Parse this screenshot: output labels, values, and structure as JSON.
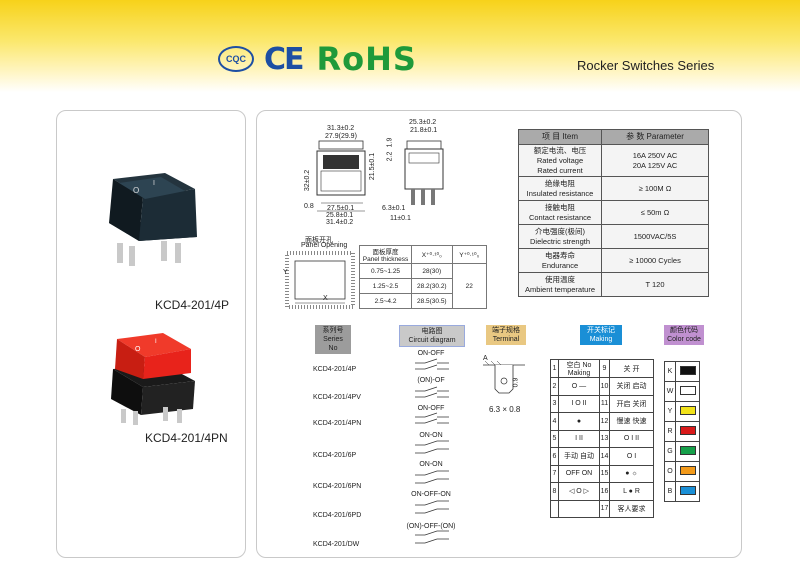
{
  "header": {
    "cqc": "CQC",
    "ce": "CE",
    "rohs": "RoHS",
    "series_title": "Rocker Switches Series"
  },
  "products": [
    {
      "label": "KCD4-201/4P",
      "color": "#1e2a32"
    },
    {
      "label": "KCD4-201/4PN",
      "color": "#e8231b"
    }
  ],
  "dims": {
    "front": [
      "31.3±0.2",
      "27.9(29.9)",
      "21.5±0.1",
      "32±0.2",
      "0.8",
      "27.5±0.1",
      "25.8±0.1",
      "31.4±0.2"
    ],
    "side": [
      "25.3±0.2",
      "21.8±0.1",
      "1.9",
      "2.2",
      "6.3±0.1",
      "11±0.1"
    ],
    "panel_opening": [
      "面板开孔",
      "Panel Opening"
    ],
    "axes": [
      "X",
      "Y"
    ]
  },
  "thickness_table": {
    "head": [
      "面板厚度",
      "Panel thickness",
      "X⁺⁰·¹⁰₀",
      "Y⁺⁰·¹⁰₀"
    ],
    "rows": [
      [
        "0.75~1.25",
        "28(30)"
      ],
      [
        "1.25~2.5",
        "28.2(30.2)"
      ],
      [
        "2.5~4.2",
        "28.5(30.5)"
      ]
    ],
    "y_val": "22"
  },
  "param_table": {
    "head_item": "项 目  Item",
    "head_param": "参 数  Parameter",
    "rows": [
      {
        "item": [
          "额定电流、电压",
          "Rated voltage",
          "Rated current"
        ],
        "value": [
          "16A 250V AC",
          "20A 125V AC"
        ]
      },
      {
        "item": [
          "绝缘电阻",
          "Insulated resistance"
        ],
        "value": [
          "≥ 100M Ω"
        ]
      },
      {
        "item": [
          "接触电阻",
          "Contact resistance"
        ],
        "value": [
          "≤ 50m Ω"
        ]
      },
      {
        "item": [
          "介电强度(极间)",
          "Dielectric strength"
        ],
        "value": [
          "1500VAC/5S"
        ]
      },
      {
        "item": [
          "电器寿命",
          "Endurance"
        ],
        "value": [
          "≥ 10000 Cycles"
        ]
      },
      {
        "item": [
          "使用温度",
          "Ambient temperature"
        ],
        "value": [
          "T 120"
        ]
      }
    ]
  },
  "headers": {
    "series": [
      "系列号",
      "Series No"
    ],
    "circuit": [
      "电路图",
      "Circuit diagram"
    ],
    "terminal": [
      "端子规格",
      "Terminal"
    ],
    "marking": [
      "开关标记",
      "Making"
    ],
    "color": [
      "颜色代码",
      "Color code"
    ]
  },
  "series_list": [
    {
      "no": "KCD4-201/4P",
      "circuit": "ON-OFF"
    },
    {
      "no": "KCD4-201/4PV",
      "circuit": "(ON)-OF"
    },
    {
      "no": "KCD4-201/4PN",
      "circuit": "ON-OFF"
    },
    {
      "no": "KCD4-201/6P",
      "circuit": "ON-ON"
    },
    {
      "no": "KCD4-201/6PN",
      "circuit": "ON-ON"
    },
    {
      "no": "KCD4-201/6PD",
      "circuit": "ON-OFF-ON"
    },
    {
      "no": "KCD4-201/DW",
      "circuit": "(ON)-OFF-(ON)"
    }
  ],
  "terminal": {
    "label_a": "A",
    "size": "6.3 × 0.8",
    "dim": "0.9"
  },
  "marking_rows": [
    {
      "n1": "1",
      "m1": "空白 No Making",
      "n2": "9",
      "m2": "关  开"
    },
    {
      "n1": "2",
      "m1": "O  —",
      "n2": "10",
      "m2": "关闭  启动"
    },
    {
      "n1": "3",
      "m1": "I  O  II",
      "n2": "11",
      "m2": "开启  关闭"
    },
    {
      "n1": "4",
      "m1": "●",
      "n2": "12",
      "m2": "慢速  快速"
    },
    {
      "n1": "5",
      "m1": "I  II",
      "n2": "13",
      "m2": "O  I  II"
    },
    {
      "n1": "6",
      "m1": "手动  自动",
      "n2": "14",
      "m2": "O  I"
    },
    {
      "n1": "7",
      "m1": "OFF  ON",
      "n2": "15",
      "m2": "●  ☼"
    },
    {
      "n1": "8",
      "m1": "◁  O  ▷",
      "n2": "16",
      "m2": "L  ●  R"
    },
    {
      "n1": "",
      "m1": "",
      "n2": "17",
      "m2": "客人要求"
    }
  ],
  "color_codes": [
    {
      "code": "K",
      "hex": "#111111"
    },
    {
      "code": "W",
      "hex": "#ffffff"
    },
    {
      "code": "Y",
      "hex": "#f2e21a"
    },
    {
      "code": "R",
      "hex": "#d91a1a"
    },
    {
      "code": "G",
      "hex": "#16a04a"
    },
    {
      "code": "O",
      "hex": "#f39a1a"
    },
    {
      "code": "B",
      "hex": "#1a8fd6"
    }
  ]
}
